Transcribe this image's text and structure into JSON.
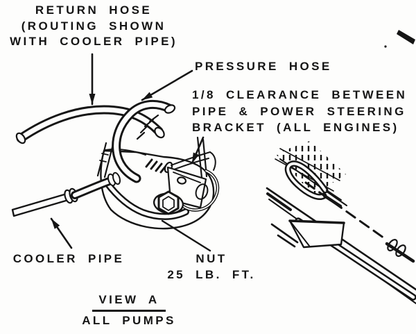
{
  "page": {
    "background": "#fdfdfc",
    "ink": "#151515"
  },
  "callouts": {
    "return_hose": {
      "line1": "RETURN HOSE",
      "line2": "(ROUTING SHOWN",
      "line3": "WITH COOLER PIPE)"
    },
    "pressure_hose": {
      "label": "PRESSURE HOSE"
    },
    "clearance": {
      "line1": "1/8 CLEARANCE BETWEEN",
      "line2": "PIPE & POWER STEERING",
      "line3": "BRACKET (ALL ENGINES)"
    },
    "cooler_pipe": {
      "label": "COOLER PIPE"
    },
    "nut": {
      "line1": "NUT",
      "line2": "25 LB. FT."
    },
    "view": {
      "title": "VIEW A",
      "subtitle": "ALL PUMPS"
    }
  }
}
